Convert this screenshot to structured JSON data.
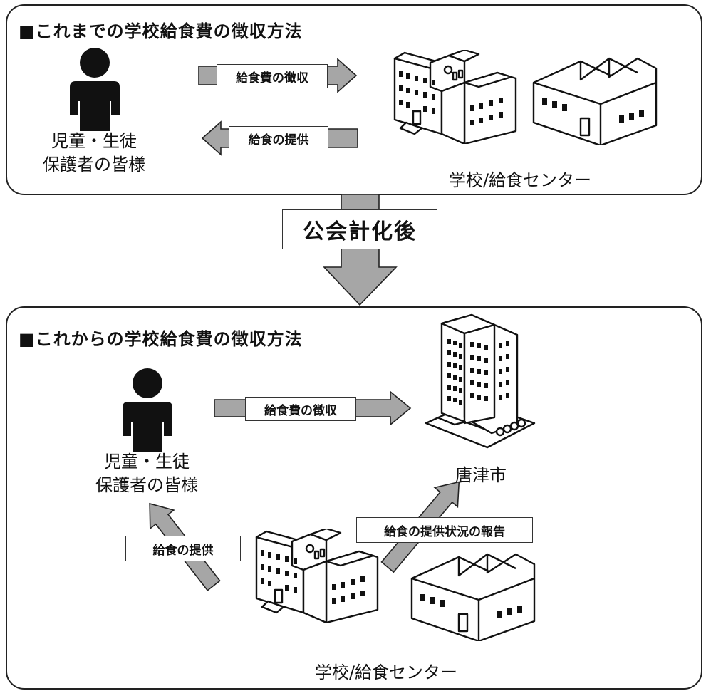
{
  "top": {
    "title": "■これまでの学校給食費の徴収方法",
    "people_label": [
      "児童・生徒",
      "保護者の皆様"
    ],
    "arrow_collect": "給食費の徴収",
    "arrow_provide": "給食の提供",
    "facility_label": "学校/給食センター"
  },
  "transition": {
    "label": "公会計化後"
  },
  "bottom": {
    "title": "■これからの学校給食費の徴収方法",
    "people_label": [
      "児童・生徒",
      "保護者の皆様"
    ],
    "arrow_collect": "給食費の徴収",
    "city_label": "唐津市",
    "arrow_provide": "給食の提供",
    "arrow_report": "給食の提供状況の報告",
    "facility_label": "学校/給食センター"
  },
  "icons": [
    "person-icon",
    "school-building-icon",
    "lunch-center-factory-icon",
    "city-hall-icon"
  ],
  "colors": {
    "arrow_fill": "#a6a6a6",
    "stroke": "#222222",
    "background": "#ffffff"
  }
}
